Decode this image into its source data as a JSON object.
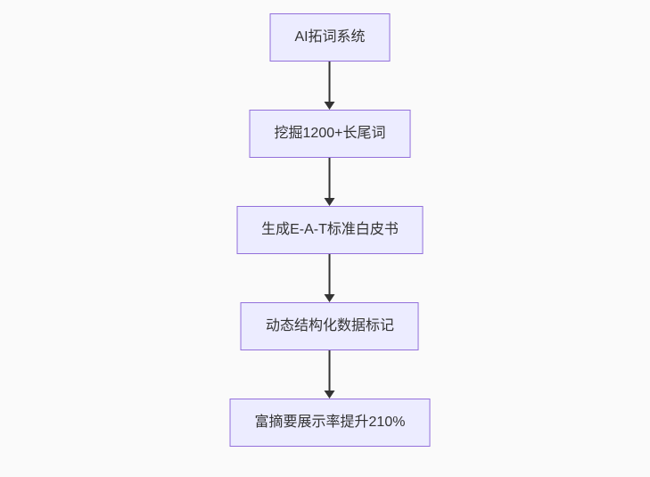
{
  "diagram": {
    "type": "flowchart",
    "direction": "top-down",
    "nodes": [
      {
        "id": "n1",
        "label": "AI拓词系统"
      },
      {
        "id": "n2",
        "label": "挖掘1200+长尾词"
      },
      {
        "id": "n3",
        "label": "生成E-A-T标准白皮书"
      },
      {
        "id": "n4",
        "label": "动态结构化数据标记"
      },
      {
        "id": "n5",
        "label": "富摘要展示率提升210%"
      }
    ],
    "edges": [
      {
        "from": "n1",
        "to": "n2"
      },
      {
        "from": "n2",
        "to": "n3"
      },
      {
        "from": "n3",
        "to": "n4"
      },
      {
        "from": "n4",
        "to": "n5"
      }
    ],
    "colors": {
      "node_fill": "#ECECFF",
      "node_border": "#9370DB",
      "arrow": "#333333",
      "text": "#333333",
      "background": "#fafafa"
    }
  }
}
